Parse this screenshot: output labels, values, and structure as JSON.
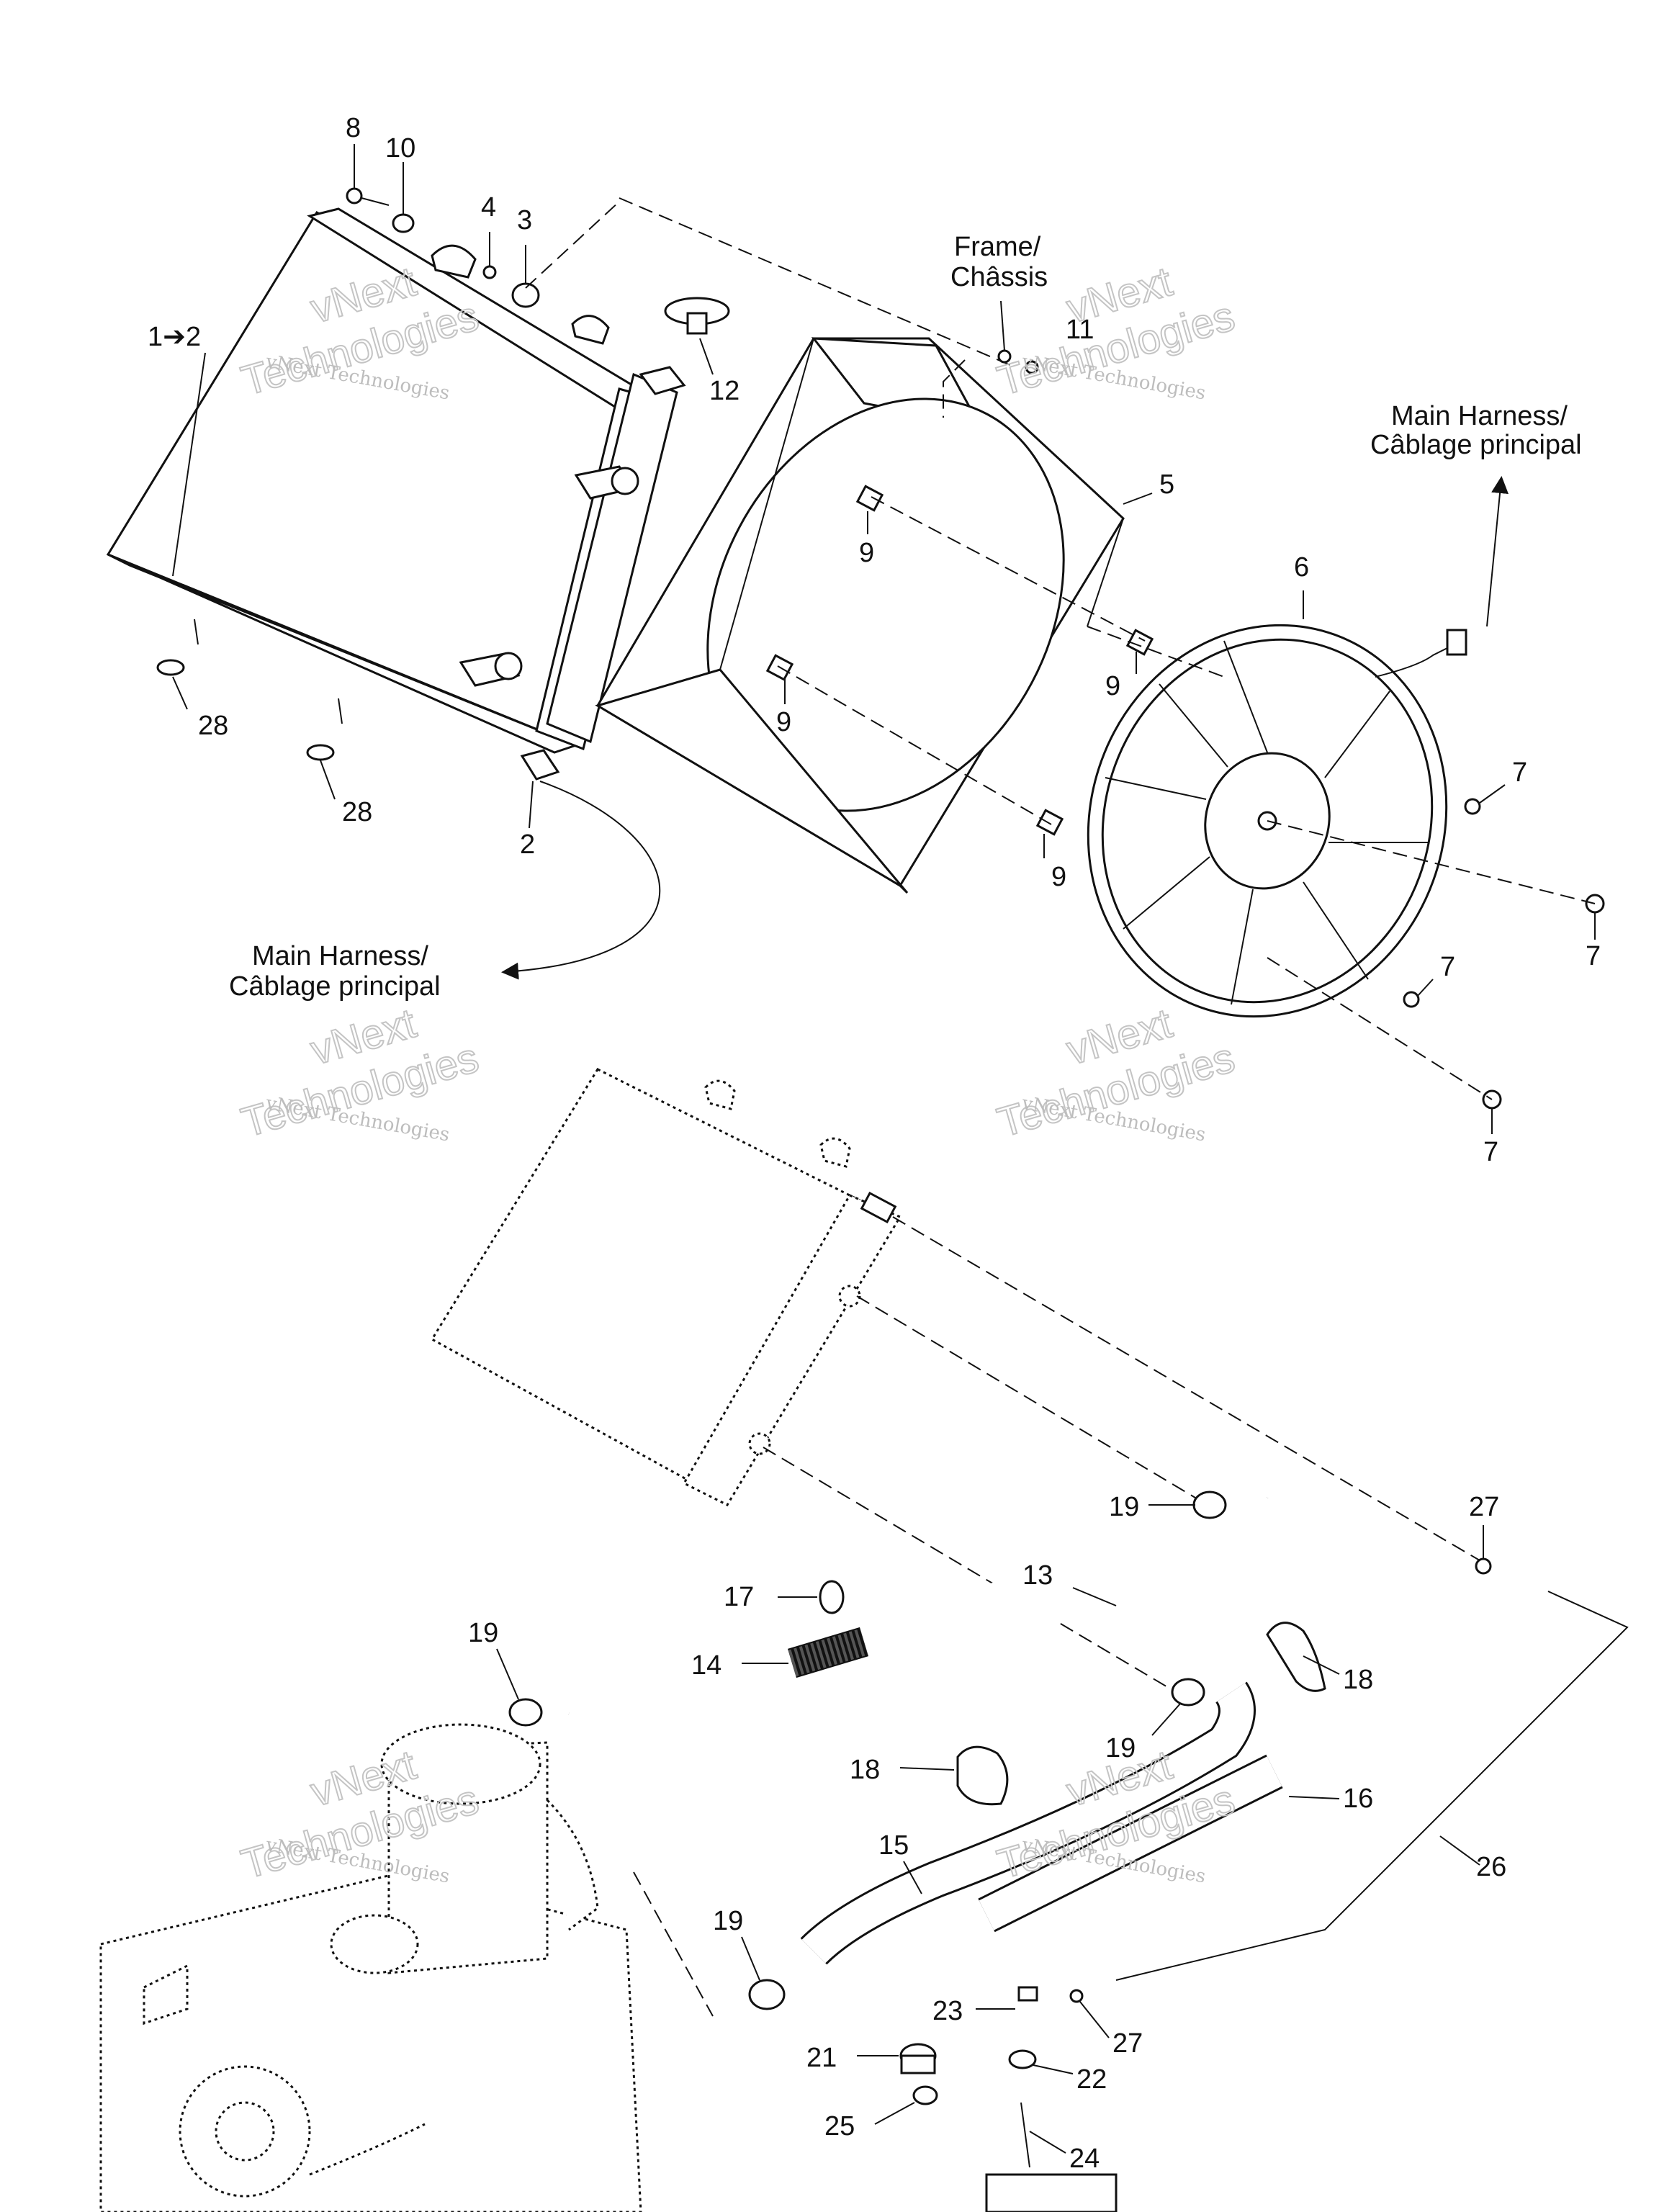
{
  "callouts": {
    "c8": "8",
    "c10": "10",
    "c4": "4",
    "c3": "3",
    "c1to2": "1➔2",
    "c12": "12",
    "c11": "11",
    "c5": "5",
    "c9a": "9",
    "c9b": "9",
    "c9c": "9",
    "c9d": "9",
    "c6": "6",
    "c7a": "7",
    "c7b": "7",
    "c7c": "7",
    "c7d": "7",
    "c28a": "28",
    "c28b": "28",
    "c2": "2",
    "c19a": "19",
    "c27a": "27",
    "c13": "13",
    "c17": "17",
    "c14": "14",
    "c19b": "19",
    "c18a": "18",
    "c18b": "18",
    "c19c": "19",
    "c16": "16",
    "c15": "15",
    "c26": "26",
    "c19d": "19",
    "c23": "23",
    "c27b": "27",
    "c21": "21",
    "c22": "22",
    "c25": "25",
    "c24": "24"
  },
  "notes": {
    "frame_line1": "Frame/",
    "frame_line2": "Châssis",
    "harness_top_line1": "Main Harness/",
    "harness_top_line2": "Câblage principal",
    "harness_left_line1": "Main Harness/",
    "harness_left_line2": "Câblage principal"
  },
  "watermark": {
    "small": "vNext Technologies",
    "large_line1": "vNext",
    "large_line2": "Technologies"
  }
}
